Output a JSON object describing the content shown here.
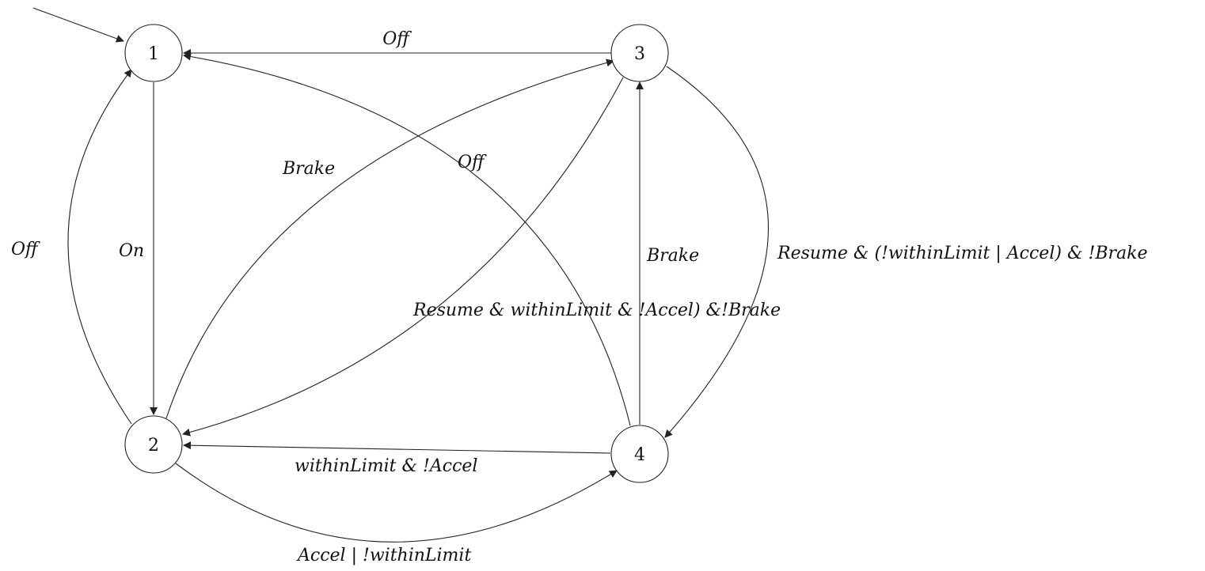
{
  "diagram": {
    "nodes": [
      {
        "id": "1",
        "label": "1"
      },
      {
        "id": "2",
        "label": "2"
      },
      {
        "id": "3",
        "label": "3"
      },
      {
        "id": "4",
        "label": "4"
      }
    ],
    "edges": [
      {
        "id": "e_init_1",
        "from": "",
        "to": "1",
        "label": ""
      },
      {
        "id": "e_3_1",
        "from": "3",
        "to": "1",
        "label": "Off"
      },
      {
        "id": "e_1_2",
        "from": "1",
        "to": "2",
        "label": "On"
      },
      {
        "id": "e_2_1",
        "from": "2",
        "to": "1",
        "label": "Off"
      },
      {
        "id": "e_2_3",
        "from": "2",
        "to": "3",
        "label": "Brake"
      },
      {
        "id": "e_4_1",
        "from": "4",
        "to": "1",
        "label": "Off"
      },
      {
        "id": "e_3_2",
        "from": "3",
        "to": "2",
        "label": "Resume & withinLimit & !Accel) &!Brake"
      },
      {
        "id": "e_4_3",
        "from": "4",
        "to": "3",
        "label": "Brake"
      },
      {
        "id": "e_3_4",
        "from": "3",
        "to": "4",
        "label": "Resume & (!withinLimit | Accel) & !Brake"
      },
      {
        "id": "e_4_2",
        "from": "4",
        "to": "2",
        "label": "withinLimit & !Accel"
      },
      {
        "id": "e_2_4",
        "from": "2",
        "to": "4",
        "label": "Accel | !withinLimit"
      }
    ]
  }
}
